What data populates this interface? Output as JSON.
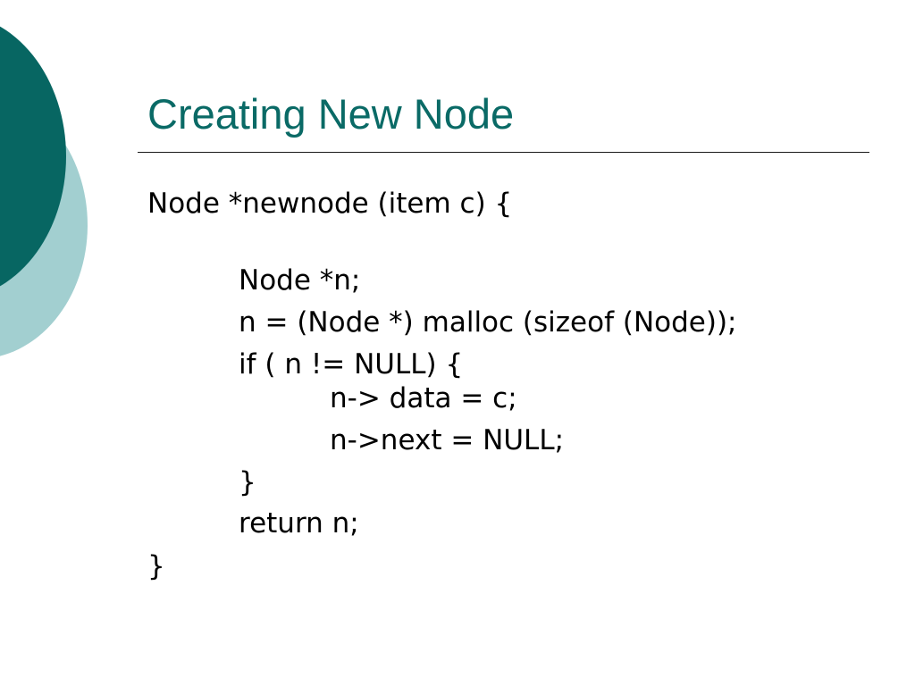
{
  "slide": {
    "title": "Creating New Node",
    "colors": {
      "title": "#0a6a66",
      "circle_dark": "#076662",
      "circle_light": "#a2cfd0",
      "rule": "#1a1a1a",
      "text": "#000000"
    },
    "code_lines": [
      "Node *newnode (item c) {",
      "Node *n;",
      "n = (Node *) malloc (sizeof (Node));",
      "if ( n != NULL) {",
      "n-> data = c;",
      "n->next = NULL;",
      "}",
      "return n;",
      "}"
    ]
  }
}
